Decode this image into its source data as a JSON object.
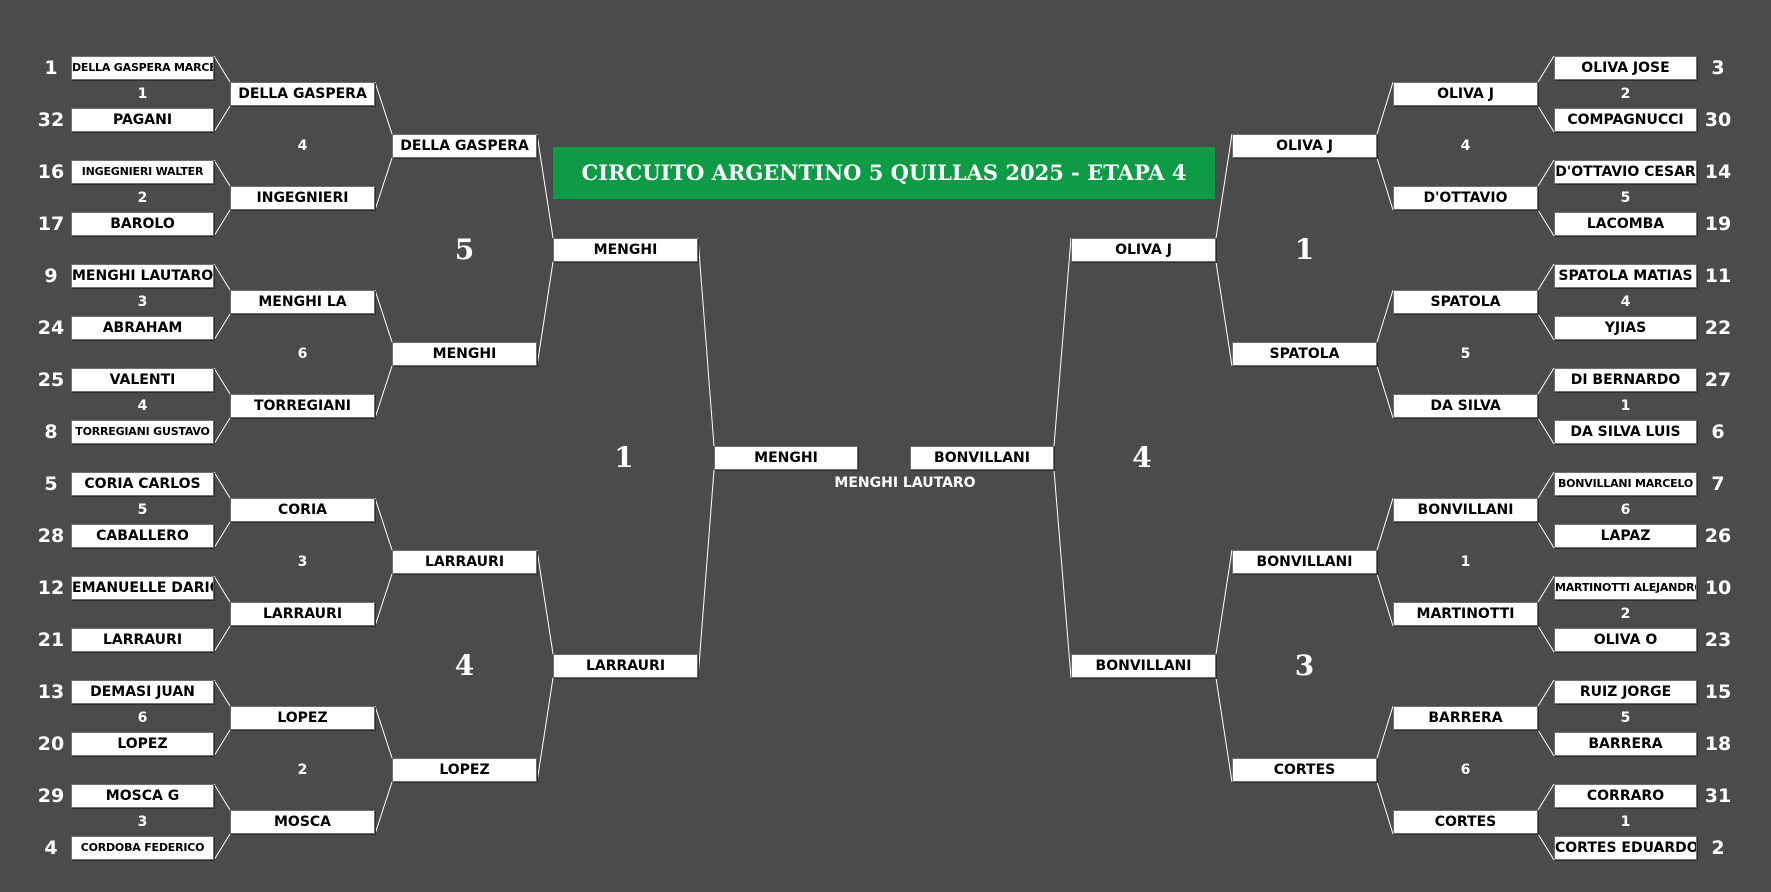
{
  "title": "CIRCUITO ARGENTINO 5 QUILLAS 2025 - ETAPA 4",
  "champion": "MENGHI LAUTARO",
  "colors": {
    "background": "#4b4b4b",
    "title_bg": "#0d9b45",
    "box": "#ffffff",
    "line": "#ffffff"
  },
  "left": {
    "r1": [
      {
        "name": "DELLA GASPERA MARCELO",
        "seed": "1"
      },
      {
        "name": "PAGANI",
        "seed": "32"
      },
      {
        "name": "INGEGNIERI WALTER",
        "seed": "16"
      },
      {
        "name": "BAROLO",
        "seed": "17"
      },
      {
        "name": "MENGHI LAUTARO",
        "seed": "9"
      },
      {
        "name": "ABRAHAM",
        "seed": "24"
      },
      {
        "name": "VALENTI",
        "seed": "25"
      },
      {
        "name": "TORREGIANI GUSTAVO",
        "seed": "8"
      },
      {
        "name": "CORIA CARLOS",
        "seed": "5"
      },
      {
        "name": "CABALLERO",
        "seed": "28"
      },
      {
        "name": "EMANUELLE DARIO",
        "seed": "12"
      },
      {
        "name": "LARRAURI",
        "seed": "21"
      },
      {
        "name": "DEMASI JUAN",
        "seed": "13"
      },
      {
        "name": "LOPEZ",
        "seed": "20"
      },
      {
        "name": "MOSCA G",
        "seed": "29"
      },
      {
        "name": "CORDOBA FEDERICO",
        "seed": "4"
      }
    ],
    "r1_scores": [
      "1",
      "2",
      "3",
      "4",
      "5",
      "",
      "6",
      "3"
    ],
    "r2": [
      "DELLA GASPERA",
      "INGEGNIERI",
      "MENGHI LA",
      "TORREGIANI",
      "CORIA",
      "LARRAURI",
      "LOPEZ",
      "MOSCA"
    ],
    "r2_scores": [
      "4",
      "6",
      "3",
      "2"
    ],
    "r3": [
      "DELLA GASPERA",
      "MENGHI",
      "LARRAURI",
      "LOPEZ"
    ],
    "r3_scores": [
      "5",
      "4"
    ],
    "r4": [
      "MENGHI",
      "LARRAURI"
    ],
    "r4_score": "1",
    "final": "MENGHI"
  },
  "right": {
    "r1": [
      {
        "name": "OLIVA JOSE",
        "seed": "3"
      },
      {
        "name": "COMPAGNUCCI",
        "seed": "30"
      },
      {
        "name": "D'OTTAVIO CESAR",
        "seed": "14"
      },
      {
        "name": "LACOMBA",
        "seed": "19"
      },
      {
        "name": "SPATOLA MATIAS",
        "seed": "11"
      },
      {
        "name": "YJIAS",
        "seed": "22"
      },
      {
        "name": "DI BERNARDO",
        "seed": "27"
      },
      {
        "name": "DA SILVA LUIS",
        "seed": "6"
      },
      {
        "name": "BONVILLANI MARCELO",
        "seed": "7"
      },
      {
        "name": "LAPAZ",
        "seed": "26"
      },
      {
        "name": "MARTINOTTI ALEJANDRO",
        "seed": "10"
      },
      {
        "name": "OLIVA O",
        "seed": "23"
      },
      {
        "name": "RUIZ JORGE",
        "seed": "15"
      },
      {
        "name": "BARRERA",
        "seed": "18"
      },
      {
        "name": "CORRARO",
        "seed": "31"
      },
      {
        "name": "CORTES EDUARDO",
        "seed": "2"
      }
    ],
    "r1_scores": [
      "2",
      "5",
      "4",
      "1",
      "6",
      "2",
      "5",
      "1"
    ],
    "r2": [
      "OLIVA J",
      "D'OTTAVIO",
      "SPATOLA",
      "DA SILVA",
      "BONVILLANI",
      "MARTINOTTI",
      "BARRERA",
      "CORTES"
    ],
    "r2_scores": [
      "4",
      "5",
      "1",
      "6"
    ],
    "r3": [
      "OLIVA J",
      "SPATOLA",
      "BONVILLANI",
      "CORTES"
    ],
    "r3_scores": [
      "1",
      "3"
    ],
    "r4": [
      "OLIVA J",
      "BONVILLANI"
    ],
    "r4_score": "4",
    "final": "BONVILLANI"
  }
}
